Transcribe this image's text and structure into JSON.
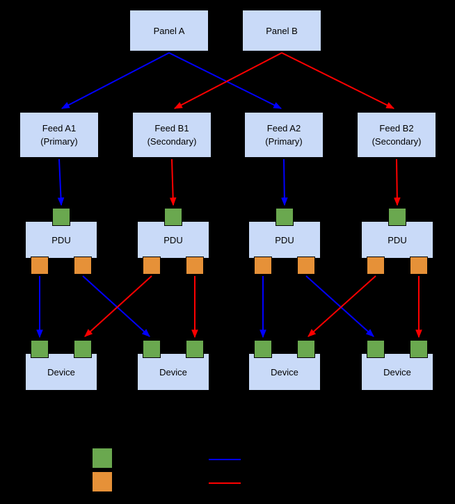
{
  "diagram": {
    "nodes": {
      "panels": [
        {
          "label": "Panel A"
        },
        {
          "label": "Panel B"
        }
      ],
      "feeds": [
        {
          "name": "Feed A1",
          "type": "(Primary)"
        },
        {
          "name": "Feed B1",
          "type": "(Secondary)"
        },
        {
          "name": "Feed A2",
          "type": "(Primary)"
        },
        {
          "name": "Feed B2",
          "type": "(Secondary)"
        }
      ],
      "pdus": [
        {
          "label": "PDU"
        },
        {
          "label": "PDU"
        },
        {
          "label": "PDU"
        },
        {
          "label": "PDU"
        }
      ],
      "devices": [
        {
          "label": "Device"
        },
        {
          "label": "Device"
        },
        {
          "label": "Device"
        },
        {
          "label": "Device"
        }
      ]
    },
    "edges": [
      {
        "from": "Panel A",
        "to": "Feed A1",
        "color": "blue"
      },
      {
        "from": "Panel A",
        "to": "Feed A2",
        "color": "blue"
      },
      {
        "from": "Panel B",
        "to": "Feed B1",
        "color": "red"
      },
      {
        "from": "Panel B",
        "to": "Feed B2",
        "color": "red"
      },
      {
        "from": "Feed A1",
        "to": "PDU 1",
        "color": "blue"
      },
      {
        "from": "Feed B1",
        "to": "PDU 2",
        "color": "red"
      },
      {
        "from": "Feed A2",
        "to": "PDU 3",
        "color": "blue"
      },
      {
        "from": "Feed B2",
        "to": "PDU 4",
        "color": "red"
      },
      {
        "from": "PDU 1",
        "to": "Device 1",
        "color": "blue"
      },
      {
        "from": "PDU 1",
        "to": "Device 2",
        "color": "blue"
      },
      {
        "from": "PDU 2",
        "to": "Device 1",
        "color": "red"
      },
      {
        "from": "PDU 2",
        "to": "Device 2",
        "color": "red"
      },
      {
        "from": "PDU 3",
        "to": "Device 3",
        "color": "blue"
      },
      {
        "from": "PDU 3",
        "to": "Device 4",
        "color": "blue"
      },
      {
        "from": "PDU 4",
        "to": "Device 3",
        "color": "red"
      },
      {
        "from": "PDU 4",
        "to": "Device 4",
        "color": "red"
      }
    ],
    "colors": {
      "background": "#000000",
      "node_fill": "#c9daf8",
      "input_port_fill": "#6aa84f",
      "output_port_fill": "#e69138",
      "blue_edge": "#0000ff",
      "red_edge": "#ff0000"
    }
  }
}
